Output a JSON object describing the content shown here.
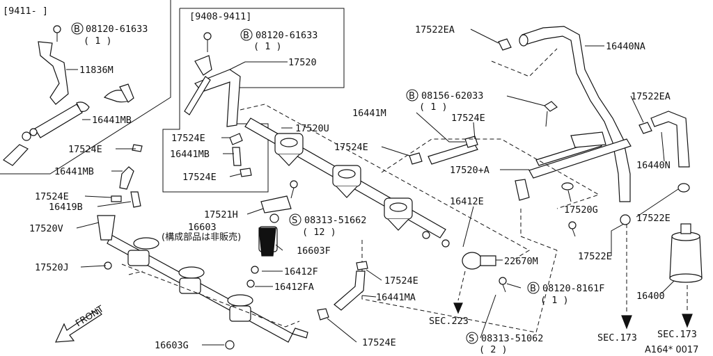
{
  "diagram": {
    "boxes": {
      "left_date": "[9411-     ]",
      "mid_date": "[9408-9411]"
    },
    "labels": {
      "bolt_left_code": "08120-61633",
      "bolt_left_qty": "( 1 )",
      "bolt_mid_code": "08120-61633",
      "bolt_mid_qty": "( 1 )",
      "p11836M": "11836M",
      "p16441MB_a": "16441MB",
      "p17524E_a": "17524E",
      "p16441MB_b": "16441MB",
      "p17524E_b": "17524E",
      "p16419B": "16419B",
      "p17520V": "17520V",
      "p17520J": "17520J",
      "p17520_mid": "17520",
      "p17524E_mid1": "17524E",
      "p16441MB_mid": "16441MB",
      "p17524E_mid2": "17524E",
      "p17520U": "17520U",
      "p17521H": "17521H",
      "screw_s1_code": "08313-51662",
      "screw_s1_qty": "( 12 )",
      "p16603": "16603",
      "p16603_note": "(構成部品は非販売)",
      "p16603F": "16603F",
      "p16412F": "16412F",
      "p16412FA": "16412FA",
      "p16603G": "16603G",
      "front": "FRONT",
      "p17522EA_top": "17522EA",
      "p16440NA": "16440NA",
      "bolt_b3_code": "08156-62033",
      "bolt_b3_qty": "( 1 )",
      "p16441M": "16441M",
      "p17524E_r1": "17524E",
      "p17524E_r2": "17524E",
      "p17522EA_r": "17522EA",
      "p16440N": "16440N",
      "p17520A": "17520+A",
      "p17520G": "17520G",
      "p16412E": "16412E",
      "p22670M": "22670M",
      "p17522E_a": "17522E",
      "p17522E_b": "17522E",
      "p17524E_low": "17524E",
      "p16441MA": "16441MA",
      "bolt_b4_code": "08120-8161F",
      "bolt_b4_qty": "( 1 )",
      "sec223": "SEC.223",
      "screw_s2_code": "08313-51062",
      "screw_s2_qty": "( 2 )",
      "p17524E_bot": "17524E",
      "p16400": "16400",
      "sec173_a": "SEC.173",
      "sec173_b": "SEC.173",
      "drawing_id": "A164* 0017",
      "marker_b": "B",
      "marker_s": "S"
    }
  }
}
